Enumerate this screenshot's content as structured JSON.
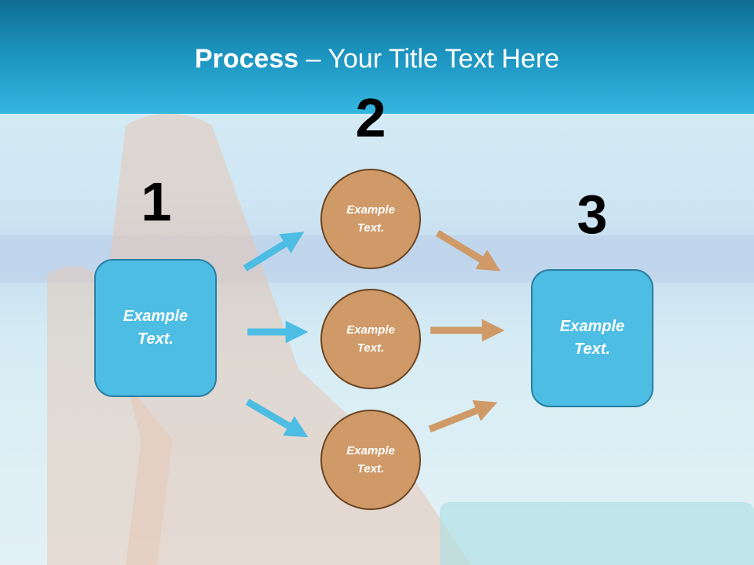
{
  "title": {
    "bold": "Process",
    "rest": " – Your Title Text Here"
  },
  "steps": [
    {
      "number": "1",
      "text": "Example Text."
    },
    {
      "number": "2",
      "nodes": [
        {
          "text": "Example Text."
        },
        {
          "text": "Example Text."
        },
        {
          "text": "Example Text."
        }
      ]
    },
    {
      "number": "3",
      "text": "Example Text."
    }
  ],
  "colors": {
    "blue_arrow": "#4dbde3",
    "tan_arrow": "#cf9a68",
    "header": "#1b92bd"
  }
}
